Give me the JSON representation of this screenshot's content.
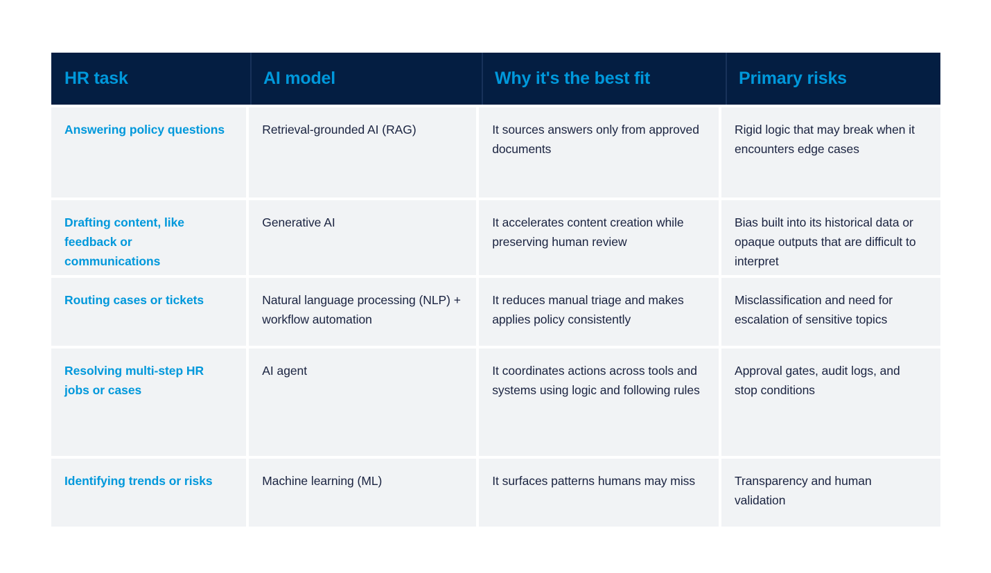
{
  "table": {
    "columns": [
      {
        "label": "HR task"
      },
      {
        "label": "AI model"
      },
      {
        "label": "Why it's the best fit"
      },
      {
        "label": "Primary risks"
      }
    ],
    "rows": [
      {
        "task": "Answering policy questions",
        "model": "Retrieval-grounded AI (RAG)",
        "why": "It sources answers only from approved documents",
        "risks": "Rigid logic that may break when it encounters edge cases"
      },
      {
        "task": "Drafting content, like feedback or communications",
        "model": "Generative AI",
        "why": "It accelerates content creation while preserving human review",
        "risks": "Bias built into its historical data or opaque outputs that are difficult to interpret"
      },
      {
        "task": "Routing cases or tickets",
        "model": "Natural language processing (NLP) + workflow automation",
        "why": "It reduces manual triage and makes applies policy consistently",
        "risks": "Misclassification and need for escalation of sensitive topics"
      },
      {
        "task": "Resolving multi-step HR jobs or cases",
        "model": "AI agent",
        "why": "It coordinates actions across tools and systems using logic and following rules",
        "risks": "Approval gates, audit logs, and stop conditions"
      },
      {
        "task": "Identifying trends or risks",
        "model": "Machine learning (ML)",
        "why": "It surfaces patterns humans may miss",
        "risks": "Transparency and human validation"
      }
    ]
  },
  "colors": {
    "header_background": "#041E42",
    "header_text": "#0098DB",
    "cell_background": "#F1F3F5",
    "body_text": "#1A2340",
    "task_text": "#0098DB",
    "page_background": "#FFFFFF"
  }
}
